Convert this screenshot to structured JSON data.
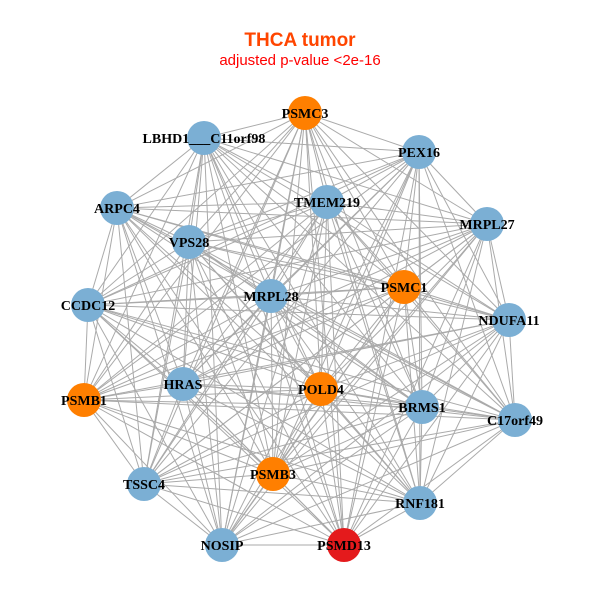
{
  "title": "THCA tumor",
  "subtitle": "adjusted p-value <2e-16",
  "colors": {
    "orange": "#FF7F00",
    "blue": "#7BAFD4",
    "red": "#E41A1C",
    "edge": "#AAAAAA"
  },
  "nodes": [
    {
      "name": "PSMC3",
      "group": "orange"
    },
    {
      "name": "LBHD1___C11orf98",
      "group": "blue"
    },
    {
      "name": "PEX16",
      "group": "blue"
    },
    {
      "name": "TMEM219",
      "group": "blue"
    },
    {
      "name": "ARPC4",
      "group": "blue"
    },
    {
      "name": "MRPL27",
      "group": "blue"
    },
    {
      "name": "VPS28",
      "group": "blue"
    },
    {
      "name": "PSMC1",
      "group": "orange"
    },
    {
      "name": "MRPL28",
      "group": "blue"
    },
    {
      "name": "CCDC12",
      "group": "blue"
    },
    {
      "name": "NDUFA11",
      "group": "blue"
    },
    {
      "name": "HRAS",
      "group": "blue"
    },
    {
      "name": "POLD4",
      "group": "orange"
    },
    {
      "name": "PSMB1",
      "group": "orange"
    },
    {
      "name": "BRMS1",
      "group": "blue"
    },
    {
      "name": "C17orf49",
      "group": "blue"
    },
    {
      "name": "TSSC4",
      "group": "blue"
    },
    {
      "name": "PSMB3",
      "group": "orange"
    },
    {
      "name": "RNF181",
      "group": "blue"
    },
    {
      "name": "NOSIP",
      "group": "blue"
    },
    {
      "name": "PSMD13",
      "group": "red"
    }
  ]
}
